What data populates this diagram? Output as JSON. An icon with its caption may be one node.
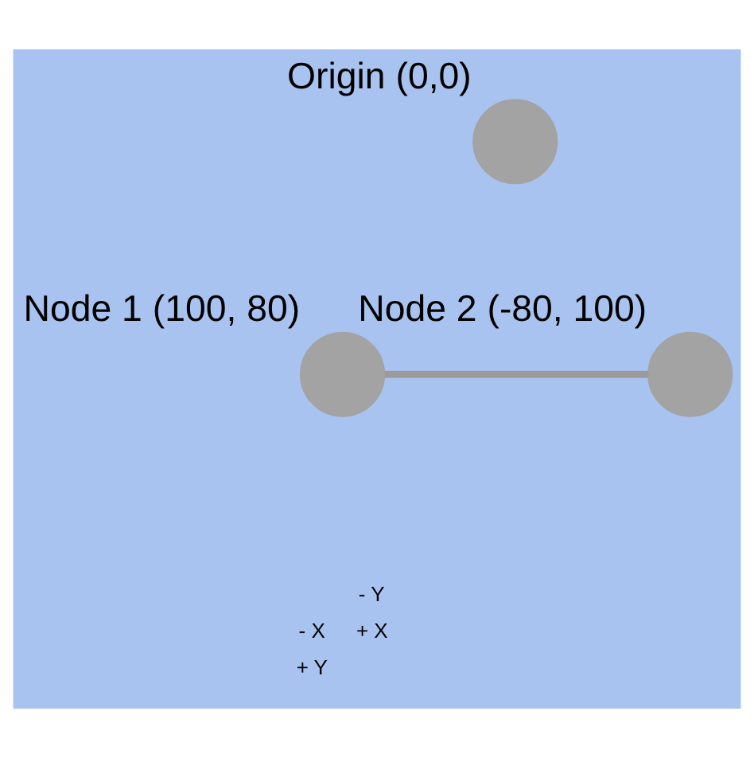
{
  "diagram": {
    "nodes": [
      {
        "text": [
          "Origin (0,0)"
        ]
      },
      {
        "text": [
          "Node 1 (100, 80)"
        ]
      },
      {
        "text": [
          "Node 2 (-80, 100)"
        ]
      }
    ],
    "edges": [
      {
        "from": 2,
        "to": 1,
        "arrow": "none"
      }
    ],
    "labels": [
      "- Y",
      "- X",
      "+ X",
      "+ Y"
    ]
  }
}
